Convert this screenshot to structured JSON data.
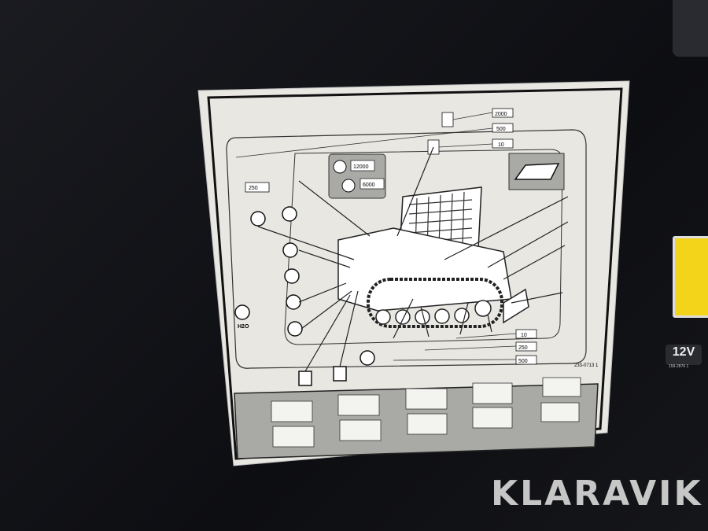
{
  "label": {
    "intervals_top": [
      "2000",
      "500",
      "10"
    ],
    "coolant": {
      "interval_1": "12000",
      "interval_2": "6000"
    },
    "left_interval": "250",
    "right_intervals": [
      "10",
      "250",
      "500"
    ],
    "part_number": "233-0713 1",
    "water_text": "H2O"
  },
  "badge": {
    "voltage": "12V",
    "code": "159-2876 1"
  },
  "watermark": "KLARAVIK",
  "colors": {
    "label": "#ecebe6",
    "panel": "#a9a9a6",
    "background": "#121317",
    "warning": "#f3d41a"
  }
}
